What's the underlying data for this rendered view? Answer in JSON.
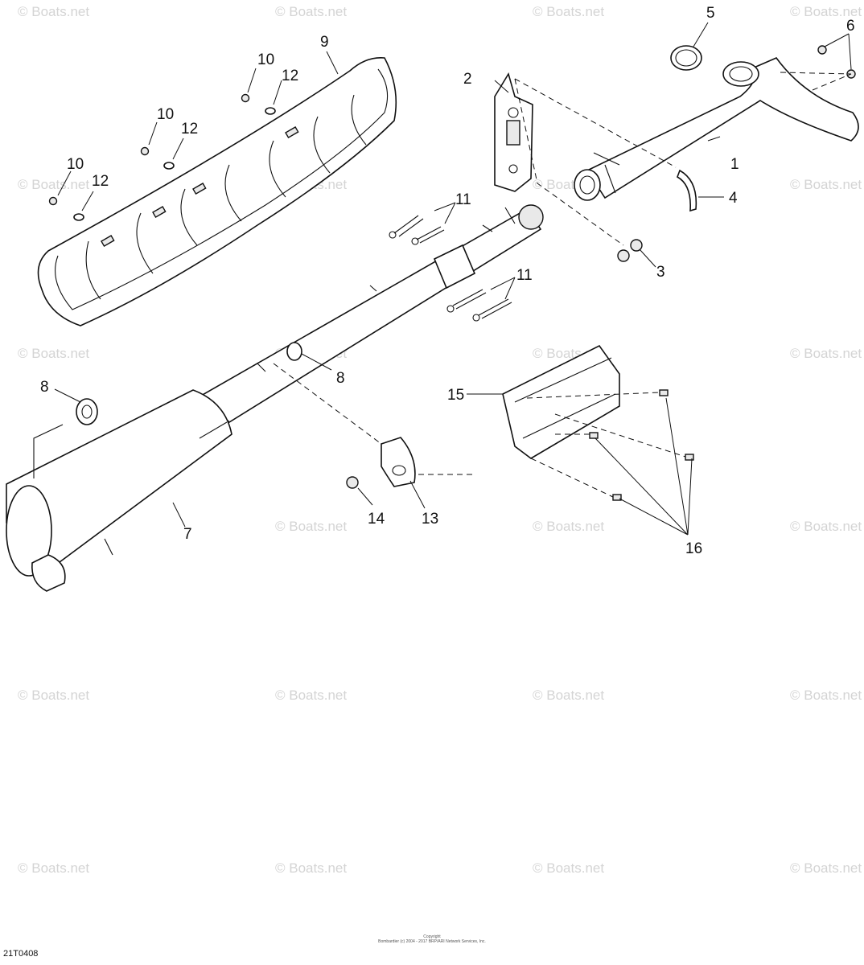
{
  "diagram": {
    "code": "21T0408",
    "watermark": "© Boats.net",
    "copyright_title": "Copyright",
    "copyright_line": "Bombardier (c) 2004 - 2017 BRP/ARI Network Services, Inc.",
    "callouts": [
      "1",
      "2",
      "3",
      "4",
      "5",
      "6",
      "7",
      "8",
      "8",
      "9",
      "10",
      "10",
      "10",
      "11",
      "11",
      "12",
      "12",
      "12",
      "13",
      "14",
      "15",
      "16"
    ]
  }
}
